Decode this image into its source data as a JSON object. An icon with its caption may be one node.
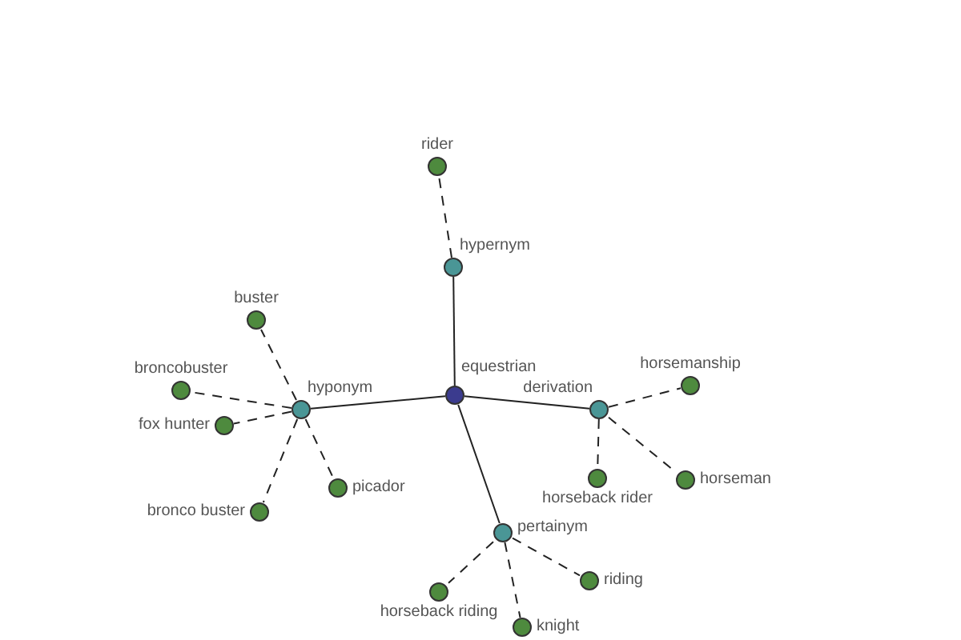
{
  "diagram": {
    "nodes": [
      {
        "text": [
          "rider"
        ]
      },
      {
        "text": [
          "hypernym"
        ]
      },
      {
        "text": [
          "buster"
        ]
      },
      {
        "text": [
          "horsemanship"
        ]
      },
      {
        "text": [
          "broncobuster"
        ]
      },
      {
        "text": [
          "equestrian"
        ]
      },
      {
        "text": [
          "hyponym"
        ]
      },
      {
        "text": [
          "derivation"
        ]
      },
      {
        "text": [
          "fox hunter"
        ]
      },
      {
        "text": [
          "horseback rider"
        ]
      },
      {
        "text": [
          "horseman"
        ]
      },
      {
        "text": [
          "picador"
        ]
      },
      {
        "text": [
          "bronco buster"
        ]
      },
      {
        "text": [
          "pertainym"
        ]
      },
      {
        "text": [
          "riding"
        ]
      },
      {
        "text": [
          "horseback riding"
        ]
      },
      {
        "text": [
          "knight"
        ]
      }
    ],
    "edges": [
      {
        "from": 5,
        "to": 1,
        "arrow": "none"
      },
      {
        "from": 1,
        "to": 0,
        "arrow": "none",
        "style": "dashed"
      },
      {
        "from": 5,
        "to": 6,
        "arrow": "none"
      },
      {
        "from": 6,
        "to": 2,
        "arrow": "none",
        "style": "dashed"
      },
      {
        "from": 6,
        "to": 4,
        "arrow": "none",
        "style": "dashed"
      },
      {
        "from": 6,
        "to": 8,
        "arrow": "none",
        "style": "dashed"
      },
      {
        "from": 6,
        "to": 12,
        "arrow": "none",
        "style": "dashed"
      },
      {
        "from": 6,
        "to": 11,
        "arrow": "none",
        "style": "dashed"
      },
      {
        "from": 5,
        "to": 7,
        "arrow": "none"
      },
      {
        "from": 7,
        "to": 3,
        "arrow": "none",
        "style": "dashed"
      },
      {
        "from": 7,
        "to": 9,
        "arrow": "none",
        "style": "dashed"
      },
      {
        "from": 7,
        "to": 10,
        "arrow": "none",
        "style": "dashed"
      },
      {
        "from": 5,
        "to": 13,
        "arrow": "none"
      },
      {
        "from": 13,
        "to": 15,
        "arrow": "none",
        "style": "dashed"
      },
      {
        "from": 13,
        "to": 16,
        "arrow": "none",
        "style": "dashed"
      },
      {
        "from": 13,
        "to": 14,
        "arrow": "none",
        "style": "dashed"
      }
    ]
  }
}
